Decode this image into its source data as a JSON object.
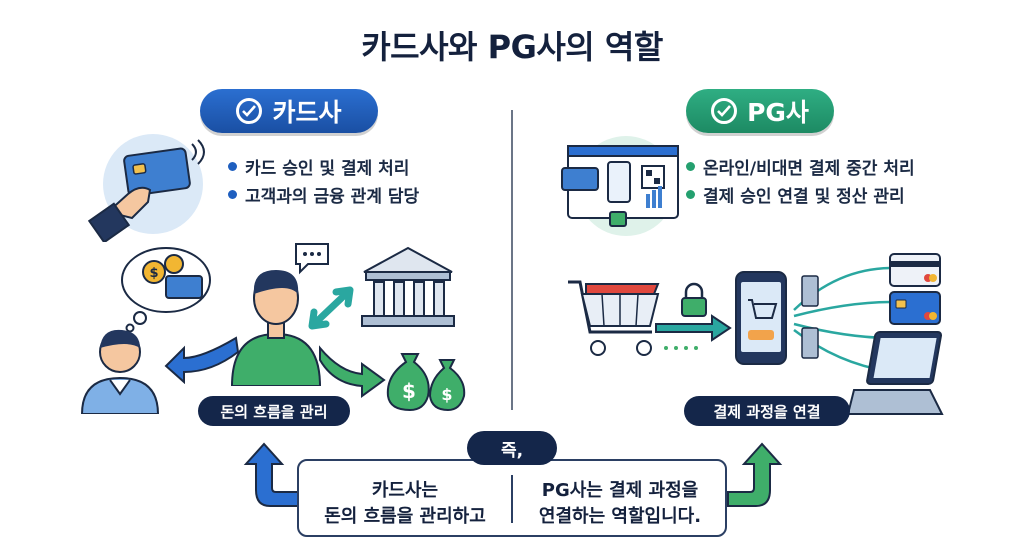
{
  "title": "카드사와 PG사의 역할",
  "card_company": {
    "heading": "카드사",
    "bullets": [
      "카드 승인 및 결제 처리",
      "고객과의 금융 관계 담당"
    ],
    "tag": "돈의 흐름을 관리",
    "accent": "#1f5fbf"
  },
  "pg_company": {
    "heading": "PG사",
    "bullets": [
      "온라인/비대면 결제 중간 처리",
      "결제 승인 연결 및 정산 관리"
    ],
    "tag": "결제 과정을 연결",
    "accent": "#24a06f"
  },
  "summary": {
    "label": "즉,",
    "left_line1": "카드사는",
    "left_line2": "돈의 흐름을 관리하고",
    "right_line1": "PG사는 결제 과정을",
    "right_line2": "연결하는 역할입니다."
  },
  "icons": [
    "check-icon",
    "card-in-hand-icon",
    "thought-bubble-icon",
    "customer-icon",
    "person-icon",
    "speech-bubble-icon",
    "bank-icon",
    "money-bags-icon",
    "payment-screen-icon",
    "shopping-cart-icon",
    "lock-icon",
    "smartphone-icon",
    "credit-card-icon",
    "server-icon",
    "laptop-icon"
  ]
}
